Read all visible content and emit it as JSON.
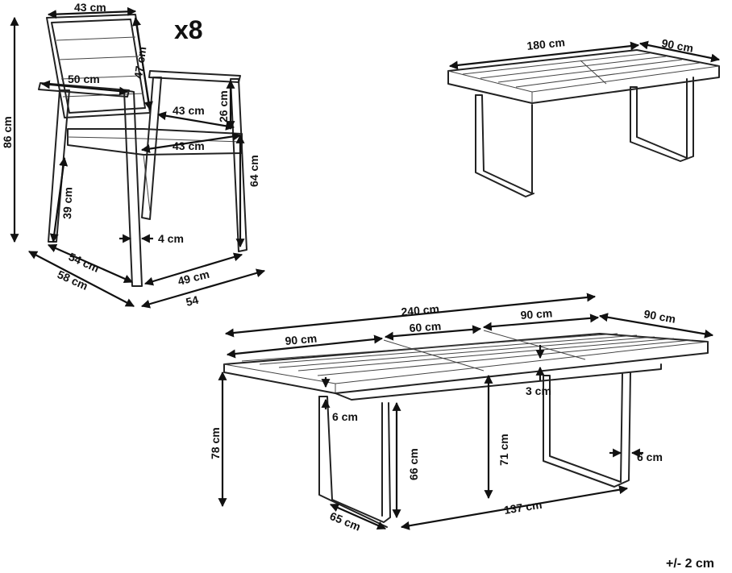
{
  "chair": {
    "quantity": "x8",
    "dims": {
      "back_width": "43 cm",
      "back_height": "47 cm",
      "height": "86 cm",
      "arm_depth": "50 cm",
      "arm_height": "26 cm",
      "seat_depth": "43 cm",
      "seat_width": "43 cm",
      "armrest_height": "64 cm",
      "seat_height": "39 cm",
      "leg_thickness": "4 cm",
      "depth_inner": "54 cm",
      "depth_outer": "58 cm",
      "width_inner": "49 cm",
      "width_outer": "54"
    }
  },
  "table_closed": {
    "length": "180 cm",
    "width": "90 cm"
  },
  "table_open": {
    "length": "240 cm",
    "section_left": "90 cm",
    "section_middle": "60 cm",
    "section_right": "90 cm",
    "width": "90 cm",
    "top_thickness": "3 cm",
    "apron": "6 cm",
    "height": "78 cm",
    "leg_clearance": "66 cm",
    "inner_height": "71 cm",
    "leg_offset": "6 cm",
    "leg_depth": "65 cm",
    "leg_span": "137 cm"
  },
  "tolerance": "+/- 2 cm"
}
